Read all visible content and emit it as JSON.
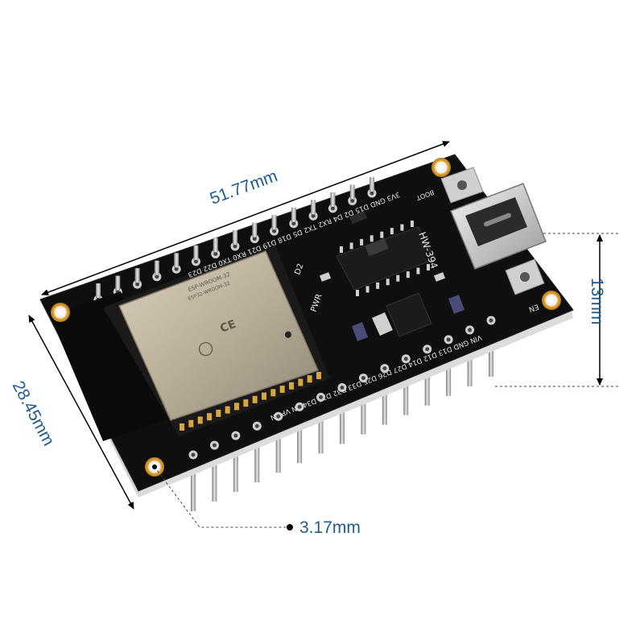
{
  "dimensions": {
    "length": "51.77mm",
    "width": "28.45mm",
    "pin_height": "13mm",
    "hole_offset": "3.17mm",
    "color": "#1e5b8c"
  },
  "board": {
    "pcb_color": "#0f0f0f",
    "model": "HW-394",
    "top_pins": "3V3 GND D15 D2 D4 RX2 TX2 D5 D18 D19 D21 RX0 TX0 D22 D23",
    "bottom_pins": "VIN GND D13 D12 D14 D27 D26 D25 D33 D32 D35 D34 VN VP EN",
    "pwr_label": "PWR",
    "d2_label": "D2",
    "boot_label": "BOOT",
    "en_label": "EN"
  },
  "module": {
    "brand": "ESP-WROOM-32",
    "label_line": "ESP32-WROOM-32",
    "cert": "CE",
    "shield_color": "#bdb3a0"
  }
}
